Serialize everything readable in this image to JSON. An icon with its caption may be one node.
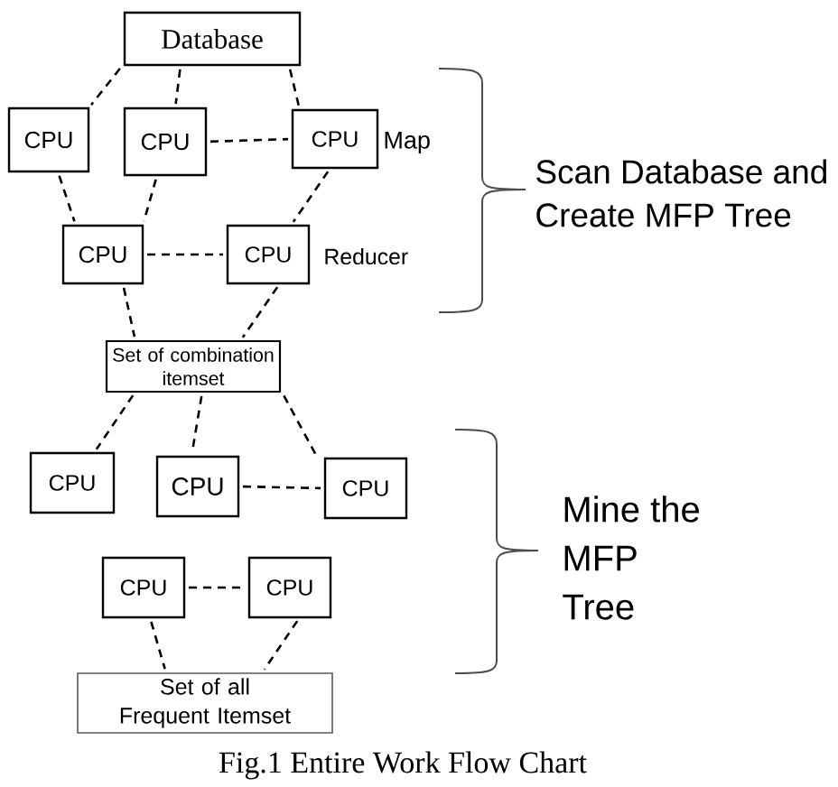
{
  "diagram": {
    "caption": "Fig.1 Entire Work Flow Chart",
    "nodes": [
      {
        "text": [
          "Database"
        ]
      },
      {
        "text": [
          "CPU"
        ]
      },
      {
        "text": [
          "CPU"
        ]
      },
      {
        "text": [
          "CPU"
        ]
      },
      {
        "text": [
          "CPU"
        ]
      },
      {
        "text": [
          "CPU"
        ]
      },
      {
        "text": [
          "Set of combination itemset"
        ]
      },
      {
        "text": [
          "CPU"
        ]
      },
      {
        "text": [
          "CPU"
        ]
      },
      {
        "text": [
          "CPU"
        ]
      },
      {
        "text": [
          "CPU"
        ]
      },
      {
        "text": [
          "CPU"
        ]
      },
      {
        "text": [
          "Set of all Frequent Itemset"
        ]
      }
    ],
    "edges": [
      {
        "from": 0,
        "to": 1,
        "arrow": "none",
        "style": "dashed"
      },
      {
        "from": 0,
        "to": 2,
        "arrow": "none",
        "style": "dashed"
      },
      {
        "from": 0,
        "to": 3,
        "arrow": "none",
        "style": "dashed"
      },
      {
        "from": 2,
        "to": 3,
        "arrow": "none",
        "style": "dashed"
      },
      {
        "from": 1,
        "to": 4,
        "arrow": "none",
        "style": "dashed"
      },
      {
        "from": 2,
        "to": 4,
        "arrow": "none",
        "style": "dashed"
      },
      {
        "from": 3,
        "to": 5,
        "arrow": "none",
        "style": "dashed"
      },
      {
        "from": 4,
        "to": 5,
        "arrow": "none",
        "style": "dashed"
      },
      {
        "from": 4,
        "to": 6,
        "arrow": "none",
        "style": "dashed"
      },
      {
        "from": 5,
        "to": 6,
        "arrow": "none",
        "style": "dashed"
      },
      {
        "from": 6,
        "to": 7,
        "arrow": "none",
        "style": "dashed"
      },
      {
        "from": 6,
        "to": 8,
        "arrow": "none",
        "style": "dashed"
      },
      {
        "from": 6,
        "to": 9,
        "arrow": "none",
        "style": "dashed"
      },
      {
        "from": 8,
        "to": 9,
        "arrow": "none",
        "style": "dashed"
      },
      {
        "from": 10,
        "to": 11,
        "arrow": "none",
        "style": "dashed"
      },
      {
        "from": 10,
        "to": 12,
        "arrow": "none",
        "style": "dashed"
      },
      {
        "from": 11,
        "to": 12,
        "arrow": "none",
        "style": "dashed"
      }
    ],
    "labels": [
      "Map",
      "Scan Database and Create MFP Tree",
      "Reducer",
      "Mine the MFP Tree"
    ]
  }
}
